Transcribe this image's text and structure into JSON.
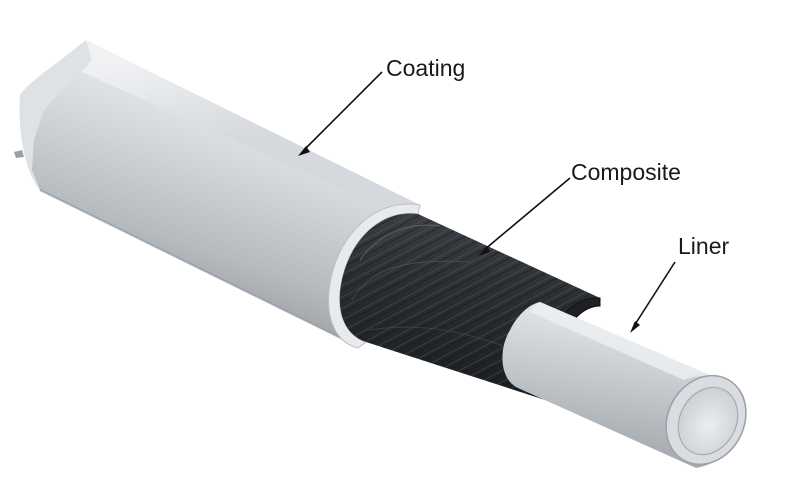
{
  "labels": {
    "coating": "Coating",
    "composite": "Composite",
    "liner": "Liner"
  },
  "colors": {
    "coating": "#c9cdd1",
    "composite": "#2a2d31",
    "liner": "#c7ccd1",
    "leader": "#111111",
    "text": "#1a1a1a"
  }
}
